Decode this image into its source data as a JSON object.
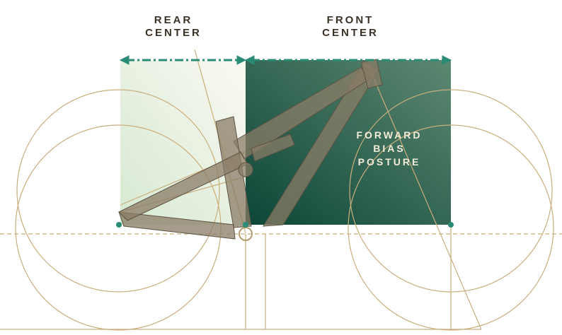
{
  "labels": {
    "rear_center": [
      "REAR",
      "CENTER"
    ],
    "front_center": [
      "FRONT",
      "CENTER"
    ],
    "posture": [
      "FORWARD",
      "BIAS",
      "POSTURE"
    ]
  },
  "colors": {
    "accent_teal": "#2a8c76",
    "front_panel_dark": "#0e4a3b",
    "front_panel_light": "#5c8570",
    "rear_panel": "#dcebd8",
    "geometry_lines": "#c9ae7c",
    "frame": "#8a7c66"
  }
}
